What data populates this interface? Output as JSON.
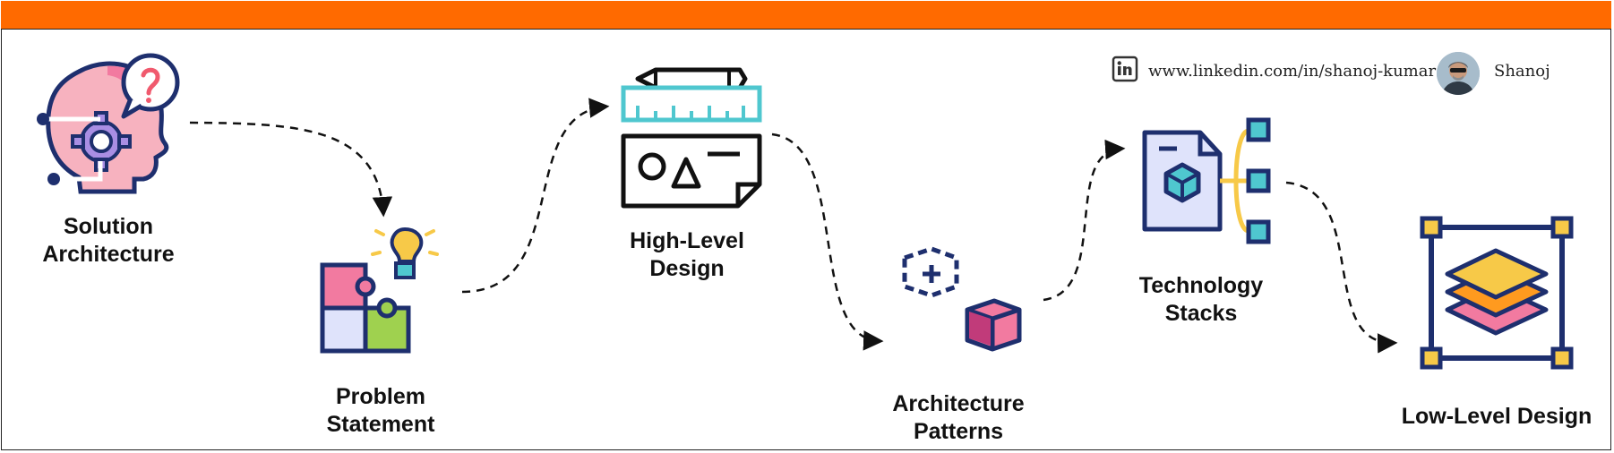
{
  "author": {
    "linkedin_url": "www.linkedin.com/in/shanoj-kumar",
    "name": "Shanoj"
  },
  "steps": [
    {
      "label_line1": "Solution",
      "label_line2": "Architecture",
      "icon": "head-gear-icon"
    },
    {
      "label_line1": "Problem",
      "label_line2": "Statement",
      "icon": "puzzle-lightbulb-icon"
    },
    {
      "label_line1": "High-Level",
      "label_line2": "Design",
      "icon": "ruler-pencil-sketch-icon"
    },
    {
      "label_line1": "Architecture",
      "label_line2": "Patterns",
      "icon": "cube-patterns-icon"
    },
    {
      "label_line1": "Technology",
      "label_line2": "Stacks",
      "icon": "document-stack-icon"
    },
    {
      "label_line1": "Low-Level Design",
      "label_line2": "",
      "icon": "layers-icon"
    }
  ],
  "colors": {
    "banner": "#ff6a00",
    "navy": "#1e2f6e",
    "pink": "#f27aa0",
    "teal": "#4fc7cf",
    "yellow": "#f7c948",
    "lime": "#9fd14f"
  }
}
